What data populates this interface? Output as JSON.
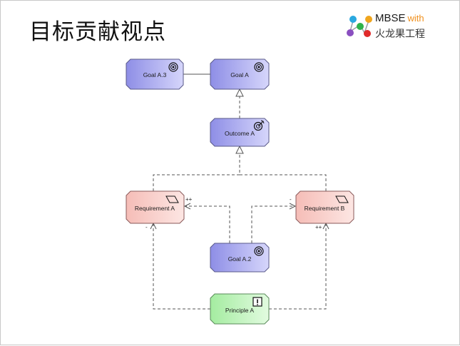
{
  "slide": {
    "title": "目标贡献视点"
  },
  "brand": {
    "name": "MBSE",
    "with": "with",
    "cn": "火龙果工程"
  },
  "colors": {
    "goal_fill": "#a9a9ee",
    "outcome_fill": "#a9a9ee",
    "requirement_fill": "#f7c9c4",
    "principle_fill": "#b8f0b4",
    "line": "#555555",
    "logo_dots": [
      "#2aa8e0",
      "#f0a51d",
      "#8a4fc0",
      "#2eb34a",
      "#e02a2a"
    ]
  },
  "nodes": {
    "goal_a3": {
      "label": "Goal A.3",
      "icon": "goal-icon"
    },
    "goal_a": {
      "label": "Goal A",
      "icon": "goal-icon"
    },
    "outcome_a": {
      "label": "Outcome A",
      "icon": "outcome-icon"
    },
    "requirement_a": {
      "label": "Requirement A",
      "icon": "requirement-icon"
    },
    "requirement_b": {
      "label": "Requirement B",
      "icon": "requirement-icon"
    },
    "goal_a2": {
      "label": "Goal A.2",
      "icon": "goal-icon"
    },
    "principle_a": {
      "label": "Principle A",
      "icon": "principle-icon"
    }
  },
  "multiplicity": {
    "req_a_right": "++",
    "req_a_bottom": "-",
    "req_b_left": "-",
    "req_b_bottom": "++"
  }
}
